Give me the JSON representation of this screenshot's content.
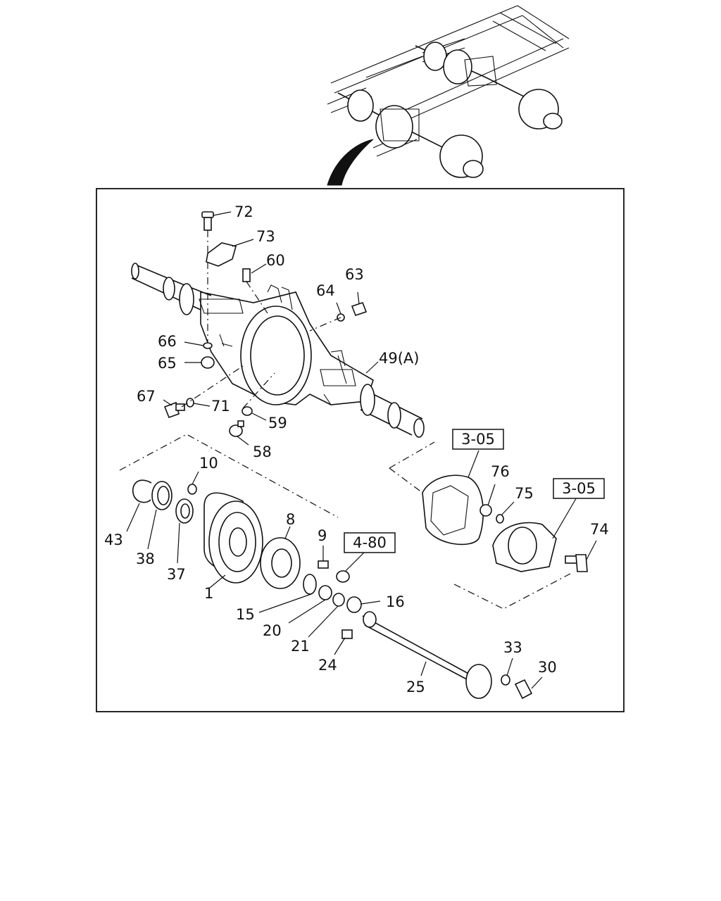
{
  "parts": [
    {
      "id": "p72",
      "number": "72"
    },
    {
      "id": "p73",
      "number": "73"
    },
    {
      "id": "p60",
      "number": "60"
    },
    {
      "id": "p63",
      "number": "63"
    },
    {
      "id": "p64",
      "number": "64"
    },
    {
      "id": "p66",
      "number": "66"
    },
    {
      "id": "p65",
      "number": "65"
    },
    {
      "id": "p49",
      "number": "49(A)"
    },
    {
      "id": "p67",
      "number": "67"
    },
    {
      "id": "p71",
      "number": "71"
    },
    {
      "id": "p59",
      "number": "59"
    },
    {
      "id": "p58",
      "number": "58"
    },
    {
      "id": "p10",
      "number": "10"
    },
    {
      "id": "p76",
      "number": "76"
    },
    {
      "id": "p75",
      "number": "75"
    },
    {
      "id": "p8",
      "number": "8"
    },
    {
      "id": "p9",
      "number": "9"
    },
    {
      "id": "p43",
      "number": "43"
    },
    {
      "id": "p38",
      "number": "38"
    },
    {
      "id": "p37",
      "number": "37"
    },
    {
      "id": "p1",
      "number": "1"
    },
    {
      "id": "p74",
      "number": "74"
    },
    {
      "id": "p15",
      "number": "15"
    },
    {
      "id": "p16",
      "number": "16"
    },
    {
      "id": "p20",
      "number": "20"
    },
    {
      "id": "p21",
      "number": "21"
    },
    {
      "id": "p24",
      "number": "24"
    },
    {
      "id": "p33",
      "number": "33"
    },
    {
      "id": "p30",
      "number": "30"
    },
    {
      "id": "p25",
      "number": "25"
    }
  ],
  "refs": [
    {
      "id": "ref1",
      "text": "3-05"
    },
    {
      "id": "ref2",
      "text": "3-05"
    },
    {
      "id": "ref3",
      "text": "4-80"
    }
  ]
}
